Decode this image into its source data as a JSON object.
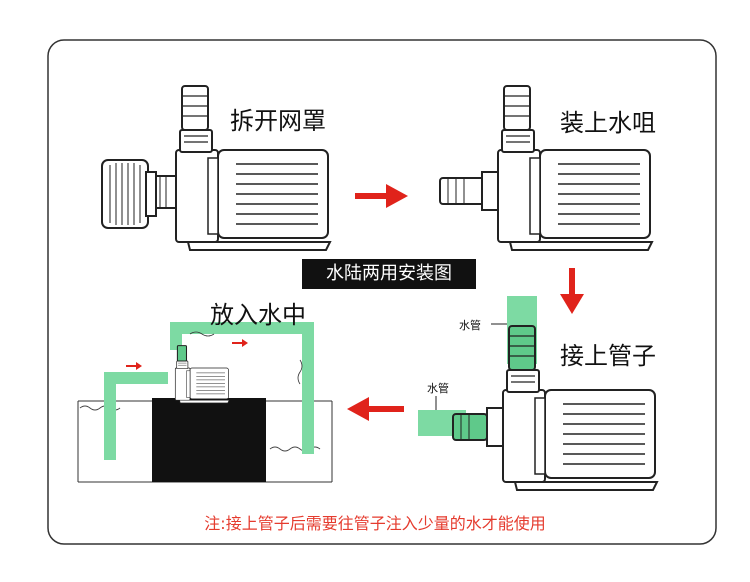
{
  "steps": [
    {
      "label": "拆开网罩"
    },
    {
      "label": "装上水咀"
    },
    {
      "label": "接上管子"
    },
    {
      "label": "放入水中"
    }
  ],
  "banner": "水陆两用安装图",
  "tube_labels": {
    "upper": "水管",
    "lower": "水管"
  },
  "note": "注:接上管子后需要往管子注入少量的水才能使用",
  "colors": {
    "arrow": "#e0231b",
    "tube": "#7ddaa3",
    "tube_dark": "#5fc98a",
    "note": "#e53b2e",
    "outline": "#222222"
  }
}
